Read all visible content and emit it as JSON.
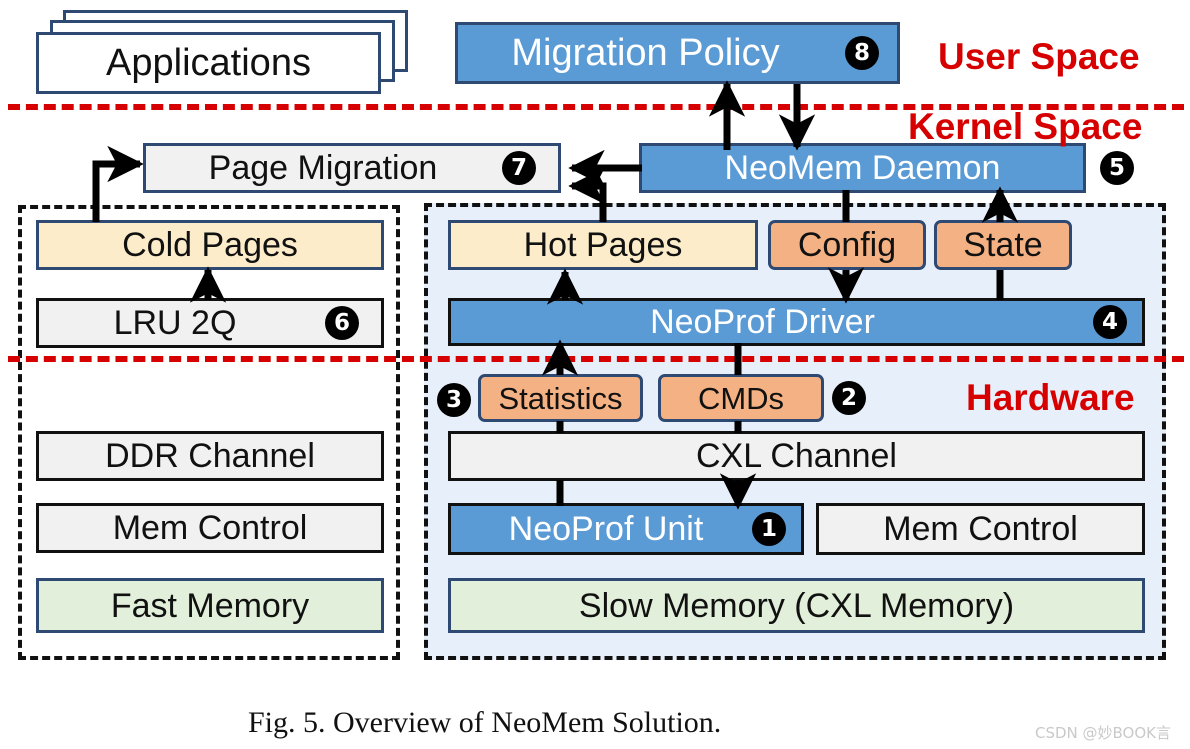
{
  "figure": {
    "caption": "Fig. 5.   Overview of NeoMem Solution.",
    "watermark": "CSDN @妙BOOK言"
  },
  "colors": {
    "blue": "#5B9BD5",
    "orange": "#F4B183",
    "cream": "#FCECC9",
    "green": "#E2EFDA",
    "gray": "#F1F1F1",
    "white": "#FFFFFF",
    "border_navy": "#2E4A73",
    "border_black": "#111111",
    "red": "#D60000",
    "region_fill": "#E7F0FA"
  },
  "space_labels": {
    "user": "User Space",
    "kernel": "Kernel Space",
    "hardware": "Hardware"
  },
  "blocks": {
    "applications": "Applications",
    "migration_policy": "Migration Policy",
    "page_migration": "Page Migration",
    "neomem_daemon": "NeoMem Daemon",
    "cold_pages": "Cold Pages",
    "lru_2q": "LRU 2Q",
    "hot_pages": "Hot Pages",
    "config": "Config",
    "state": "State",
    "neoprof_driver": "NeoProf Driver",
    "statistics": "Statistics",
    "cmds": "CMDs",
    "ddr_channel": "DDR Channel",
    "cxl_channel": "CXL Channel",
    "mem_control_left": "Mem Control",
    "neoprof_unit": "NeoProf Unit",
    "mem_control_right": "Mem Control",
    "fast_memory": "Fast Memory",
    "slow_memory": "Slow Memory (CXL Memory)"
  },
  "steps": {
    "s1": "❶",
    "s2": "❷",
    "s3": "❸",
    "s4": "❹",
    "s5": "❺",
    "s6": "❻",
    "s7": "❼",
    "s8": "❽"
  },
  "step_targets": {
    "s1": "neoprof-unit",
    "s2": "cmds",
    "s3": "statistics",
    "s4": "neoprof-driver",
    "s5": "neomem-daemon",
    "s6": "lru-2q",
    "s7": "page-migration",
    "s8": "migration-policy"
  }
}
